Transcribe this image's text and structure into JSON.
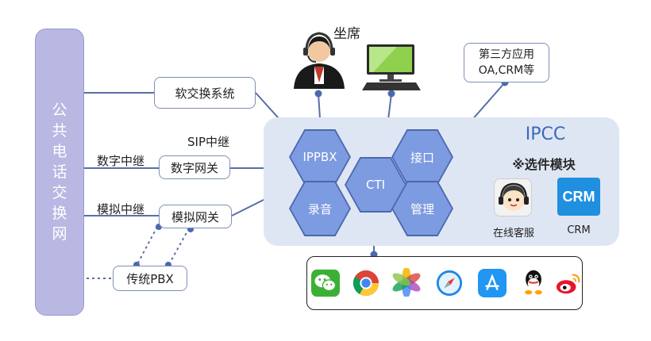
{
  "pstn": {
    "label": "公共电话交换网"
  },
  "agent": {
    "label": "坐席"
  },
  "third_party": {
    "line1": "第三方应用",
    "line2": "OA,CRM等"
  },
  "soft_switch": {
    "label": "软交换系统"
  },
  "sip_trunk": {
    "label": "SIP中继"
  },
  "digital_trunk": {
    "label": "数字中继"
  },
  "digital_gateway": {
    "label": "数字网关"
  },
  "analog_trunk": {
    "label": "模拟中继"
  },
  "analog_gateway": {
    "label": "模拟网关"
  },
  "legacy_pbx": {
    "label": "传统PBX"
  },
  "ipcc": {
    "title": "IPCC",
    "subtitle": "※选件模块"
  },
  "modules": {
    "ippbx": "IPPBX",
    "cti": "CTI",
    "interface": "接口",
    "recording": "录音",
    "management": "管理"
  },
  "services": {
    "online_service": "在线客服",
    "crm_icon_text": "CRM",
    "crm_label": "CRM"
  },
  "apps": [
    "wechat-icon",
    "chrome-icon",
    "photos-icon",
    "safari-icon",
    "app-store-icon",
    "qq-icon",
    "weibo-icon"
  ],
  "colors": {
    "network": "#b8b8e2",
    "ipcc_zone": "#dfe6f3",
    "hex_fill": "#7d9be0",
    "hex_border": "#4b68b0",
    "line": "#5a6fa8",
    "accent_text": "#3a6ab8",
    "crm": "#1f8fe0"
  }
}
